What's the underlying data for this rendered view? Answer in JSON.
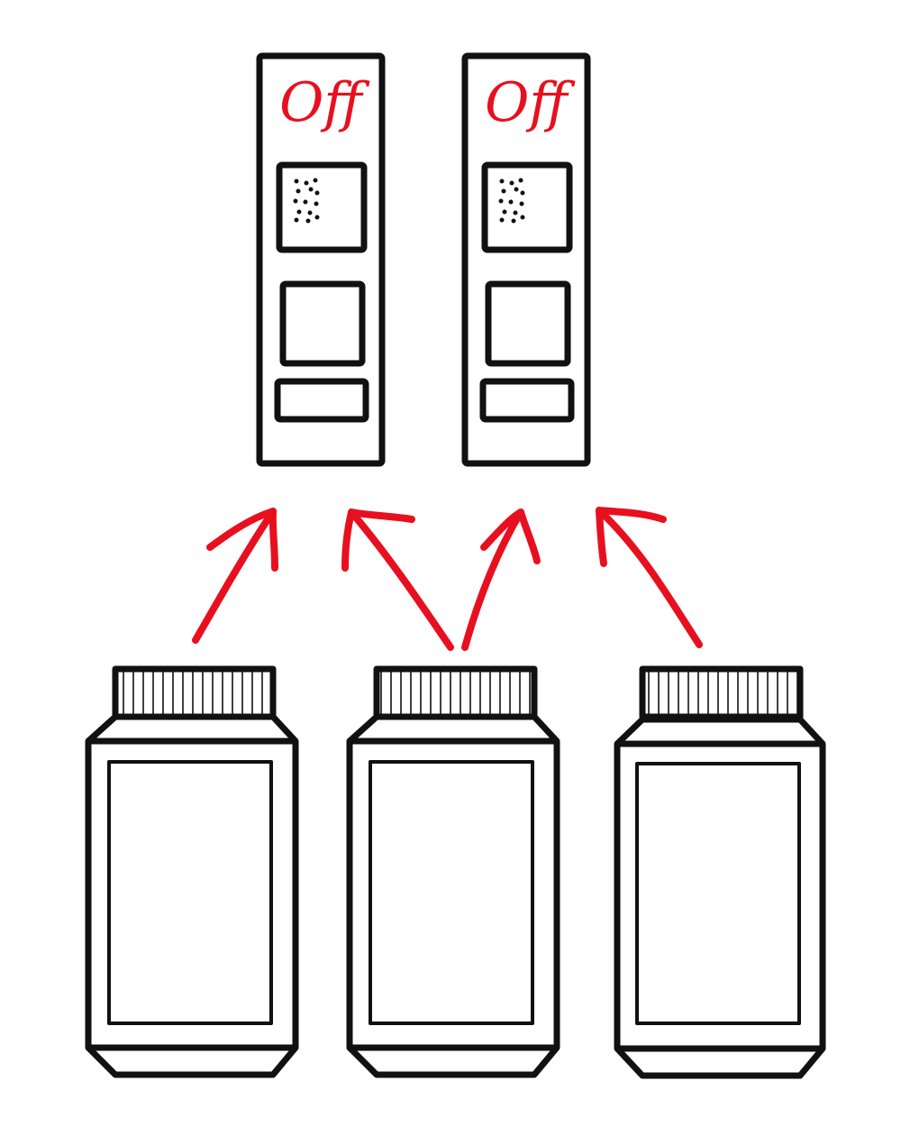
{
  "colors": {
    "background": "#ffffff",
    "outline": "#111111",
    "arrow": "#e8101e",
    "label": "#e8101e"
  },
  "units": [
    {
      "id": "unit-left",
      "status_label": "Off",
      "icon": "speaker-grille-icon"
    },
    {
      "id": "unit-right",
      "status_label": "Off",
      "icon": "speaker-grille-icon"
    }
  ],
  "containers": [
    {
      "id": "jar-left",
      "icon": "jar-icon"
    },
    {
      "id": "jar-middle",
      "icon": "jar-icon"
    },
    {
      "id": "jar-right",
      "icon": "jar-icon"
    }
  ],
  "arrows": [
    {
      "from": "jar-left",
      "to": "unit-left"
    },
    {
      "from": "jar-middle",
      "to": "unit-left"
    },
    {
      "from": "jar-middle",
      "to": "unit-right"
    },
    {
      "from": "jar-right",
      "to": "unit-right"
    }
  ]
}
